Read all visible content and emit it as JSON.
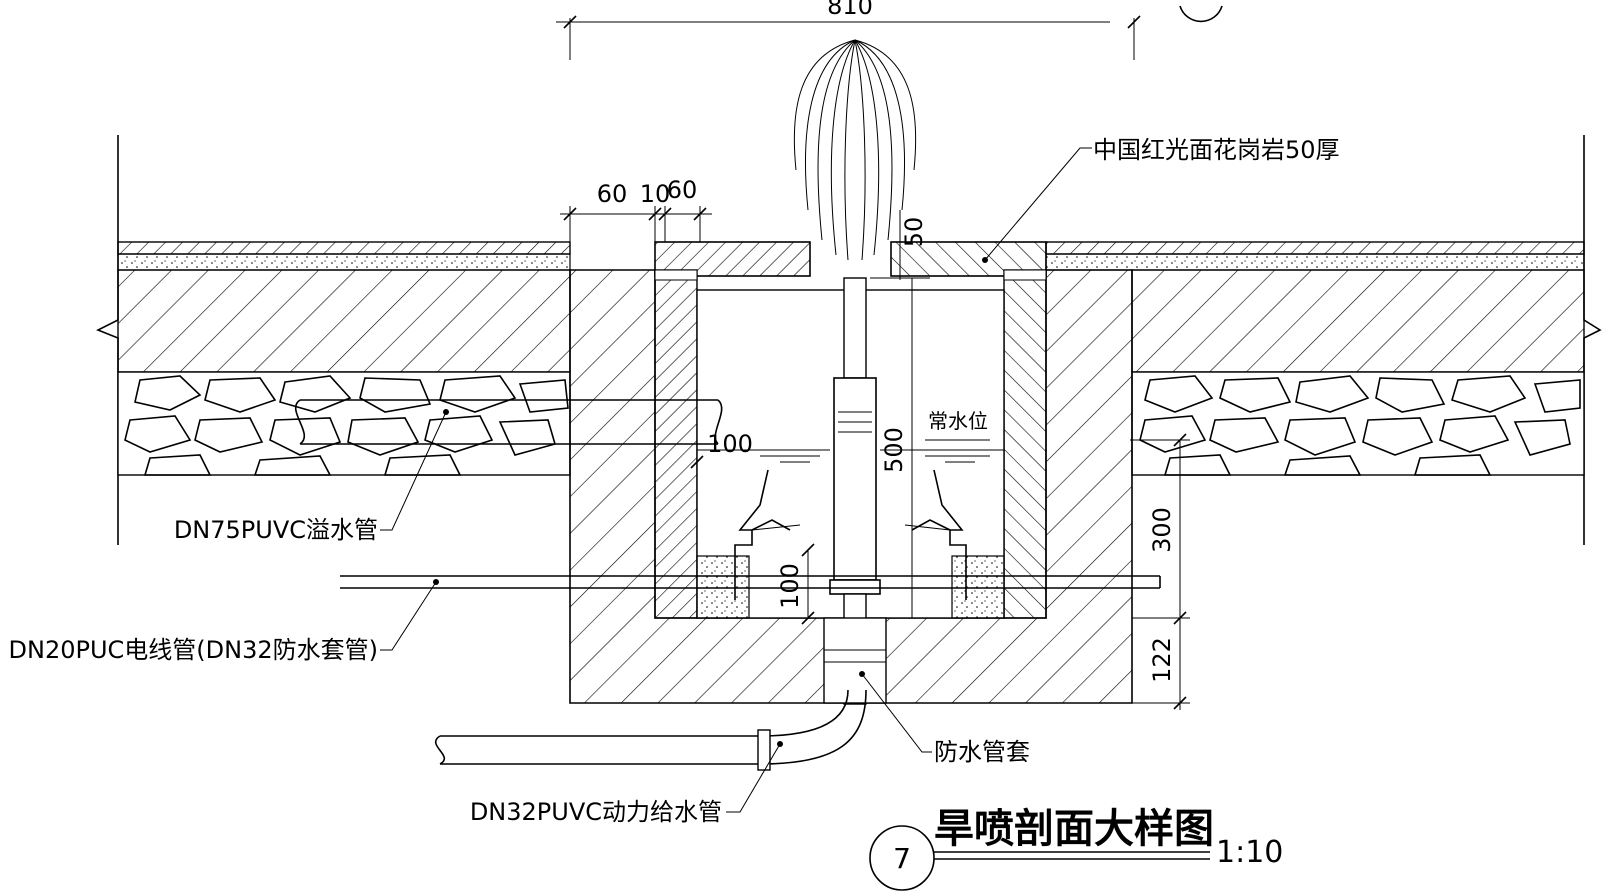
{
  "dimensions": {
    "top_width": "810",
    "gap_left": "60",
    "gap_mid": "10",
    "gap_right": "60",
    "stone_thickness": "50",
    "pit_height": "500",
    "water_offset": "100",
    "sump_height": "100",
    "right_height": "300",
    "base_height": "122"
  },
  "annotations": {
    "granite": "中国红光面花岗岩50厚",
    "normal_water_level": "常水位",
    "overflow_pipe": "DN75PUVC溢水管",
    "electric_conduit": "DN20PUC电线管(DN32防水套管)",
    "waterproof_sleeve": "防水管套",
    "supply_pipe": "DN32PUVC动力给水管"
  },
  "title_block": {
    "index": "7",
    "title": "旱喷剖面大样图",
    "scale": "1:10"
  }
}
